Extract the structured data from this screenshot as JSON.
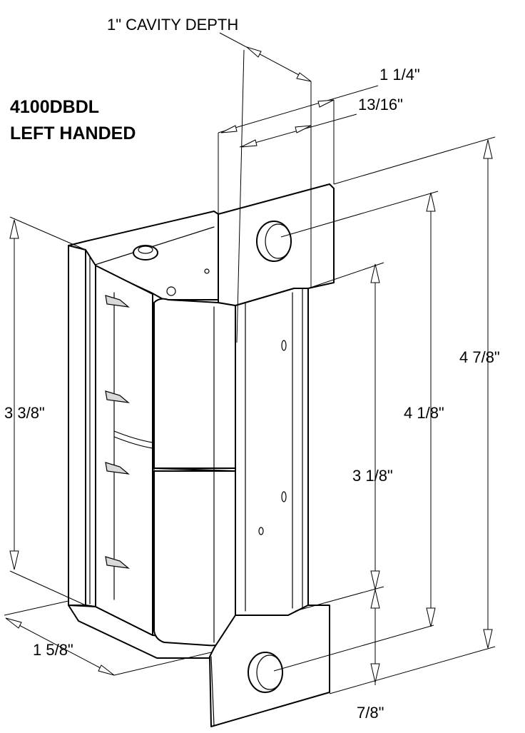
{
  "title": {
    "model": "4100DBDL",
    "handing": "LEFT HANDED"
  },
  "dimensions": {
    "cavity_depth": "1\" CAVITY DEPTH",
    "overall_width": "1 1/4\"",
    "body_width": "13/16\"",
    "faceplate_height": "4 7/8\"",
    "hole_spacing": "4 1/8\"",
    "body_height": "3 3/8\"",
    "keeper_opening": "3 1/8\"",
    "lip_to_hole": "7/8\"",
    "body_depth": "1 5/8\""
  }
}
